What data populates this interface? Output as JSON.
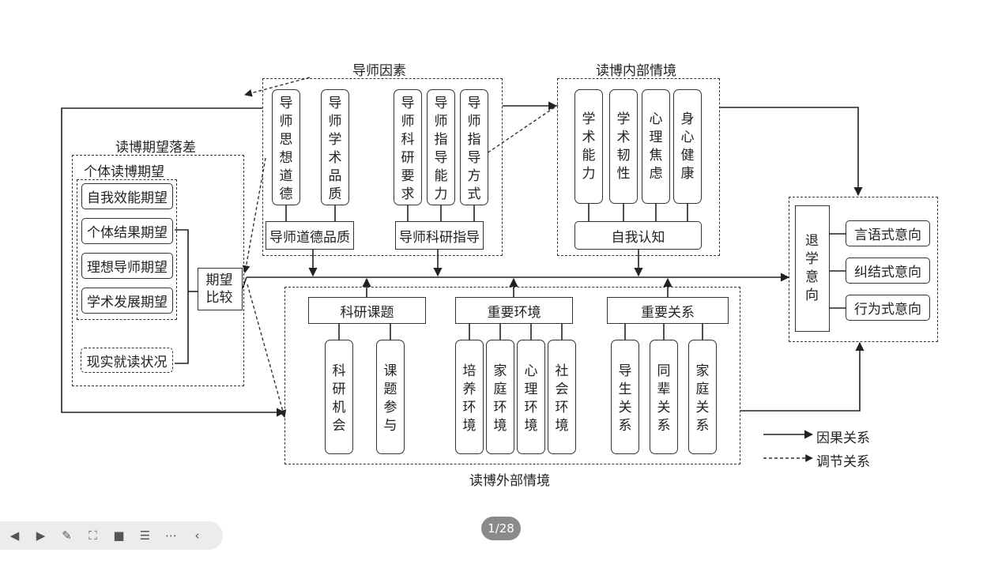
{
  "mentor": {
    "title": "导师因素",
    "items": [
      "导师思想道德",
      "导师学术品质",
      "导师科研要求",
      "导师指导能力",
      "导师指导方式"
    ],
    "group1": "导师道德品质",
    "group2": "导师科研指导"
  },
  "internal": {
    "title": "读博内部情境",
    "items": [
      "学术能力",
      "学术韧性",
      "心理焦虑",
      "身心健康"
    ],
    "group": "自我认知"
  },
  "expectation_gap": {
    "title": "读博期望落差",
    "inner_title": "个体读博期望",
    "items": [
      "自我效能期望",
      "个体结果期望",
      "理想导师期望",
      "学术发展期望"
    ],
    "reality": "现实就读状况",
    "compare": "期望比较"
  },
  "external": {
    "title": "读博外部情境",
    "group1": "科研课题",
    "group1_items": [
      "科研机会",
      "课题参与"
    ],
    "group2": "重要环境",
    "group2_items": [
      "培养环境",
      "家庭环境",
      "心理环境",
      "社会环境"
    ],
    "group3": "重要关系",
    "group3_items": [
      "导生关系",
      "同辈关系",
      "家庭关系"
    ]
  },
  "dropout": {
    "main": "退学意向",
    "items": [
      "言语式意向",
      "纠结式意向",
      "行为式意向"
    ]
  },
  "legend": {
    "causal": "因果关系",
    "moderating": "调节关系"
  },
  "viewer": {
    "page": "1/28",
    "toolbar_icons": [
      "prev-icon",
      "play-icon",
      "pen-icon",
      "fit-screen-icon",
      "camera-icon",
      "comment-icon",
      "more-icon",
      "collapse-icon"
    ]
  }
}
